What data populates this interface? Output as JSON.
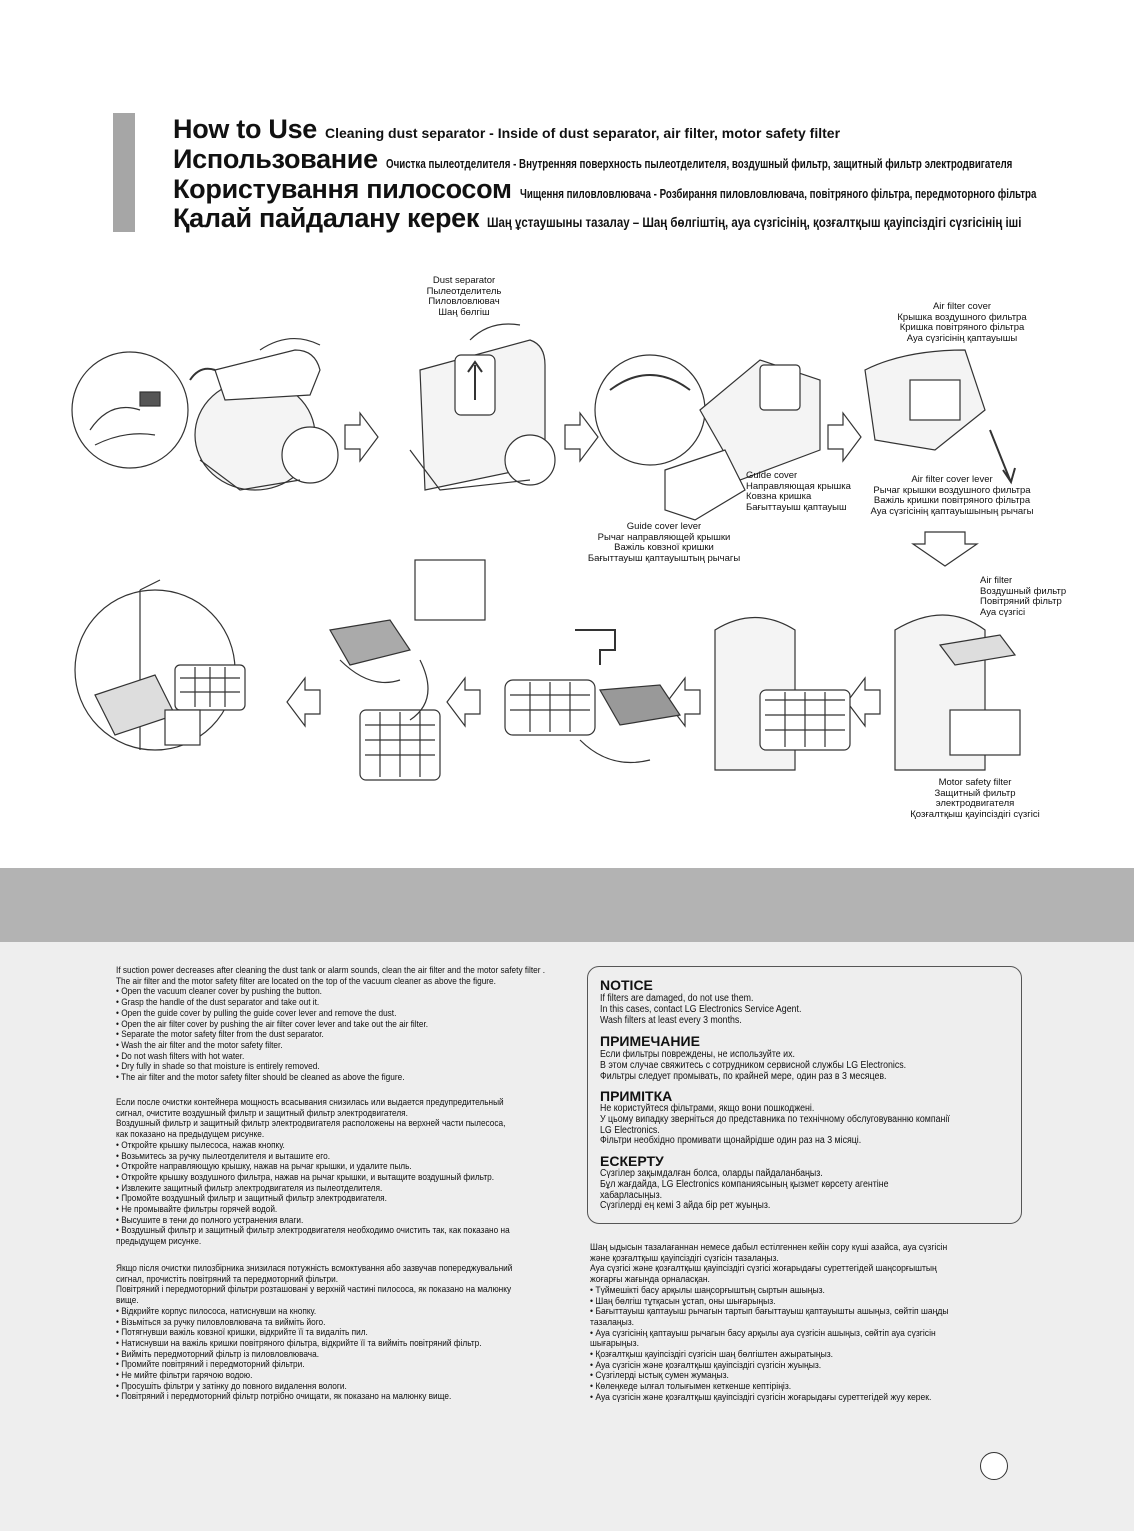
{
  "header": {
    "lines": [
      {
        "big": "How to Use",
        "sub": "Cleaning dust separator - Inside of  dust separator, air filter, motor safety filter"
      },
      {
        "big": "Использование",
        "sub": "Очистка пылеотделителя - Внутренняя поверхность пылеотделителя, воздушный фильтр, защитный фильтр электродвигателя"
      },
      {
        "big": "Користування пилососом",
        "sub": "Чищення пиловловлювача - Розбирання пиловловлювача, повітряного фільтра, передмоторного фільтра"
      },
      {
        "big": "Қалай пайдалану керек",
        "sub": "Шаң ұстаушыны тазалау – Шаң бөлгіштің, ауа сүзгісінің, қозғалтқыш қауіпсіздігі сүзгісінің іші"
      }
    ]
  },
  "captions": {
    "dust_separator": [
      "Dust separator",
      "Пылеотделитель",
      "Пиловловлювач",
      "Шаң бөлгіш"
    ],
    "air_filter_cover": [
      "Air filter cover",
      "Крышка воздушного фильтра",
      "Кришка повітряного фільтра",
      "Ауа сүзгісінің қаптауышы"
    ],
    "guide_cover": [
      "Guide cover",
      "Направляющая крышка",
      "Ковзна кришка",
      "Бағыттауыш қаптауыш"
    ],
    "air_filter_cover_lever": [
      "Air filter cover lever",
      "Рычаг крышки воздушного фильтра",
      "Важіль кришки повітряного фільтра",
      "Ауа сүзгісінің қаптауышының рычагы"
    ],
    "guide_cover_lever": [
      "Guide  cover lever",
      "Рычаг направляющей крышки",
      "Важіль ковзної кришки",
      "Бағыттауыш қаптауыштың рычагы"
    ],
    "air_filter": [
      "Air filter",
      "Воздушный фильтр",
      "Повітряний фільтр",
      "Ауа сүзгісі"
    ],
    "motor_safety_filter": [
      "Motor safety filter",
      "Защитный фильтр",
      "электродвигателя",
      "Қозғалтқыш қауіпсіздігі сүзгісі"
    ]
  },
  "instructions": {
    "en": [
      "If suction power decreases after cleaning the dust tank or alarm sounds, clean the air filter and the motor safety filter .",
      "The air filter and the motor safety filter are located on the top of the vacuum cleaner as above the figure.",
      "• Open the vacuum cleaner cover by pushing the button.",
      "• Grasp the handle of the dust separator and  take out it.",
      "• Open the guide cover by pulling the guide cover lever and remove the dust.",
      "• Open the air filter cover by pushing the air filter cover lever and take out the air filter.",
      "• Separate the motor safety filter from the dust separator.",
      "• Wash the air filter and the motor safety filter.",
      "• Do not wash filters with hot water.",
      "• Dry fully in shade so that moisture is entirely removed.",
      "• The air filter and the motor safety filter should be cleaned as above the figure."
    ],
    "ru": [
      "Если после очистки контейнера мощность всасывания снизилась или выдается предупредительный",
      "сигнал, очистите воздушный фильтр и защитный фильтр электродвигателя.",
      "Воздушный фильтр и защитный фильтр электродвигателя расположены на верхней части пылесоса,",
      "как показано на предыдущем рисунке.",
      "• Откройте крышку пылесоса, нажав кнопку.",
      "• Возьмитесь за ручку пылеотделителя и выташите его.",
      "• Откройте направляющую крышку, нажав на рычаг крышки, и удалите пыль.",
      "• Откройте крышку воздушного фильтра, нажав на рычаг крышки, и вытащите воздушный фильтр.",
      "• Извлеките защитный фильтр электродвигателя из пылеотделителя.",
      "• Промойте воздушный фильтр и защитный фильтр электродвигателя.",
      "• Не промывайте фильтры горячей водой.",
      "• Высушите в тени до полного устранения влаги.",
      "• Воздушный фильтр и защитный фильтр электродвигателя необходимо очистить так, как показано на",
      "   предыдущем рисунке."
    ],
    "uk": [
      "Якщо після очистки пилозбірника знизилася потужність всмоктування або зазвучав попереджувальний",
      "сигнал, прочистіть повітряний та передмоторний фільтри.",
      "Повітряний і передмоторний фільтри розташовані у верхній частині пилососа, як показано на малюнку",
      "вище.",
      "• Відкрийте корпус пилососа, натиснувши на кнопку.",
      "• Візьміться за ручку пиловловлювача та вийміть його.",
      "• Потягнувши важіль ковзної кришки, відкрийте її та видаліть пил.",
      "• Натиснувши на важіль кришки повітряного фільтра, відкрийте її та вийміть повітряний фільтр.",
      "• Вийміть передмоторний фільтр із пиловловлювача.",
      "• Промийте повітряний і передмоторний фільтри.",
      "• Не мийте фільтри гарячою водою.",
      "• Просушіть фільтри у затінку до повного видалення вологи.",
      "• Повітряний і передмоторний фільтр потрібно очищати, як показано на малюнку вище."
    ],
    "kk": [
      "Шаң ыдысын тазалағаннан немесе дабыл естілгеннен кейін сору күші азайса, ауа сүзгісін",
      "және қозғалтқыш қауіпсіздігі сүзгісін тазалаңыз.",
      "Ауа сүзгісі және қозғалтқыш қауіпсіздігі сүзгісі жоғарыдағы суреттегідей шаңсорғыштың",
      "жоғарғы жағында орналасқан.",
      "• Түймешікті басу арқылы шаңсорғыштың сыртын ашыңыз.",
      "• Шаң бөлгіш тұтқасын ұстап, оны шығарыңыз.",
      "• Бағыттауыш қаптауыш рычагын тартып бағыттауыш қаптауышты ашыңыз, сөйтіп шаңды",
      "тазалаңыз.",
      "• Ауа сүзгісінің қаптауыш рычагын басу арқылы ауа сүзгісін ашыңыз, сөйтіп ауа сүзгісін",
      "шығарыңыз.",
      "• Қозғалтқыш қауіпсіздігі сүзгісін шаң бөлгіштен ажыратыңыз.",
      "• Ауа сүзгісін және қозғалтқыш қауіпсіздігі сүзгісін жуыңыз.",
      "• Сүзгілерді ыстық сумен жумаңыз.",
      "• Көлеңкеде ылғал толығымен кеткенше кептіріңіз.",
      "• Ауа сүзгісін және қозғалтқыш қауіпсіздігі сүзгісін жоғарыдағы суреттегідей жуу керек."
    ]
  },
  "notice": {
    "en": {
      "title": "NOTICE",
      "lines": [
        "If filters are damaged, do not use them.",
        "In this cases, contact LG Electronics Service Agent.",
        "Wash filters at least every 3 months."
      ]
    },
    "ru": {
      "title": "ПРИМЕЧАНИЕ",
      "lines": [
        "Если фильтры повреждены, не используйте их.",
        "В этом случае свяжитесь с сотрудником сервисной службы LG Electronics.",
        "Фильтры следует промывать, по крайней мере, один раз в 3 месяцев."
      ]
    },
    "uk": {
      "title": "ПРИМІТКА",
      "lines": [
        "Не користуйтеся фільтрами, якщо вони пошкоджені.",
        "У цьому випадку зверніться до представника по технічному обслуговуванню компанії",
        "LG Electronics.",
        "Фільтри необхідно промивати щонайрідше один раз на 3 місяці."
      ]
    },
    "kk": {
      "title": "ЕСКЕРТУ",
      "lines": [
        "Сүзгілер зақымдалған болса, оларды пайдаланбаңыз.",
        "Бұл жағдайда, LG Electronics компаниясының қызмет көрсету агентіне",
        "хабарласыңыз.",
        "Сүзгілерді ең кемі 3 айда бір рет жуыңыз."
      ]
    }
  },
  "colors": {
    "header_bar": "#a6a6a6",
    "band": "#b3b3b3",
    "panel": "#eeeeee"
  }
}
